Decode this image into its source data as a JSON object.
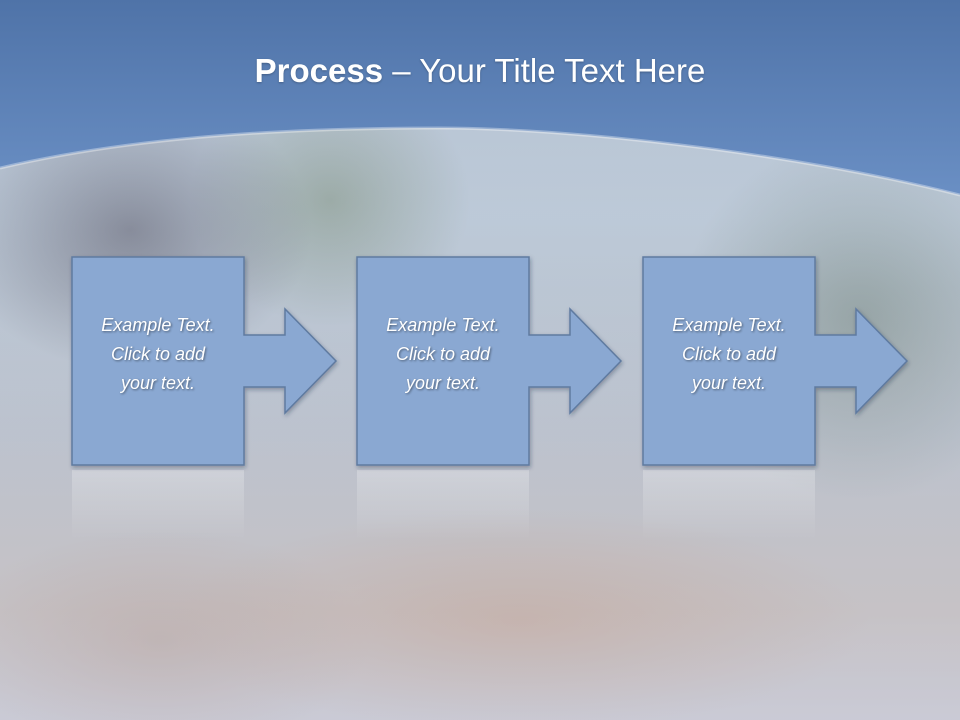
{
  "slide": {
    "title_bold": "Process",
    "title_rest": " – Your Title Text Here"
  },
  "steps": [
    {
      "line1": "Example Text.",
      "line2": "Click  to add",
      "line3": "your text."
    },
    {
      "line1": "Example Text.",
      "line2": "Click  to add",
      "line3": "your text."
    },
    {
      "line1": "Example Text.",
      "line2": "Click  to add",
      "line3": "your text."
    }
  ],
  "colors": {
    "banner": "#5b80b6",
    "shape_fill": "#8aa8d2",
    "shape_stroke": "#5e7aa0",
    "title_text": "#ffffff"
  }
}
